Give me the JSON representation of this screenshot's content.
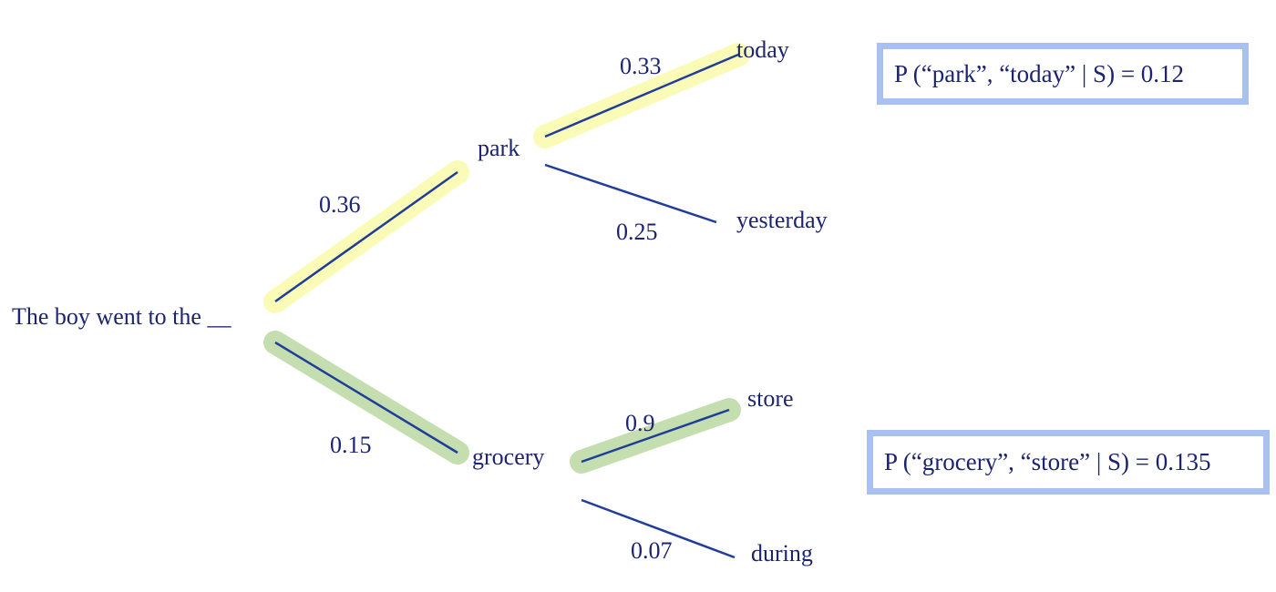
{
  "diagram": {
    "root": "The boy went to the __",
    "branches": [
      {
        "word": "park",
        "prob": "0.36",
        "highlight": "yellow",
        "children": [
          {
            "word": "today",
            "prob": "0.33",
            "highlight": "yellow"
          },
          {
            "word": "yesterday",
            "prob": "0.25",
            "highlight": "none"
          }
        ]
      },
      {
        "word": "grocery",
        "prob": "0.15",
        "highlight": "green",
        "children": [
          {
            "word": "store",
            "prob": "0.9",
            "highlight": "green"
          },
          {
            "word": "during",
            "prob": "0.07",
            "highlight": "none"
          }
        ]
      }
    ],
    "results": [
      {
        "label": "P (“park”, “today” | S) = 0.12"
      },
      {
        "label": "P (“grocery”, “store” | S) = 0.135"
      }
    ]
  },
  "colors": {
    "line": "#1f3d99",
    "text": "#1c2470",
    "highlight_yellow": "#fbfbb8",
    "highlight_green": "#c5deb0",
    "box_border": "#a8c1f0"
  }
}
